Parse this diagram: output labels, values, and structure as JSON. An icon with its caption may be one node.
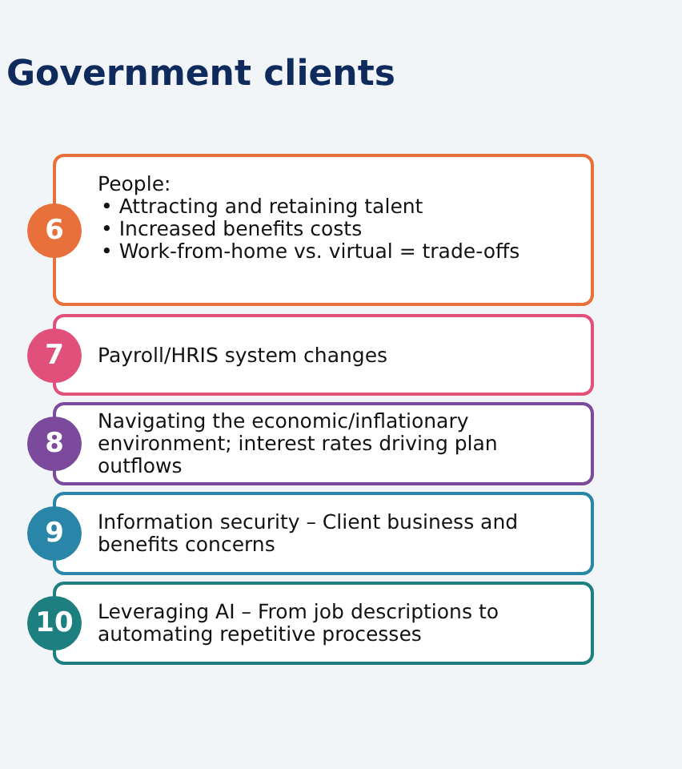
{
  "diagram": {
    "title": "Government clients",
    "nodes": [
      {
        "text": [
          "People:",
          "• Attracting and retaining talent",
          "• Increased benefits costs",
          "• Work-from-home vs. virtual = trade-offs"
        ]
      },
      {
        "text": [
          "6"
        ]
      },
      {
        "text": [
          "Payroll/HRIS system changes"
        ]
      },
      {
        "text": [
          "7"
        ]
      },
      {
        "text": [
          "Navigating the economic/inflationary environment; interest rates driving plan outflows"
        ]
      },
      {
        "text": [
          "8"
        ]
      },
      {
        "text": [
          "Information security – Client business and benefits concerns"
        ]
      },
      {
        "text": [
          "9"
        ]
      },
      {
        "text": [
          "Leveraging AI – From job descriptions to automating repetitive processes"
        ]
      },
      {
        "text": [
          "10"
        ]
      }
    ],
    "edges": []
  }
}
